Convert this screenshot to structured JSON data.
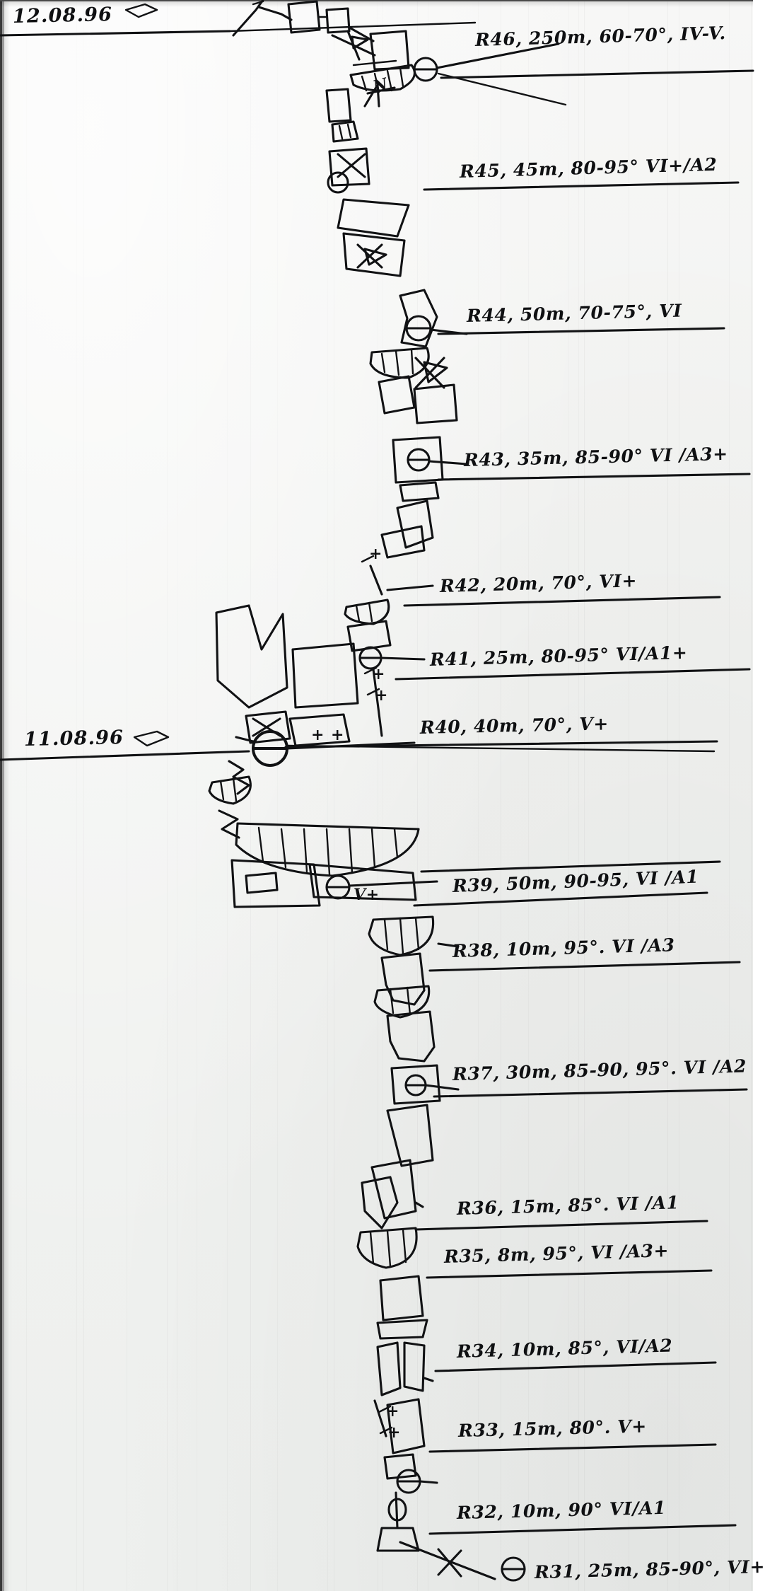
{
  "document": {
    "kind": "hand-drawn climbing route topo (notebook page scan)",
    "orientation": "vertical route line with pitch annotations to the right"
  },
  "dates": [
    {
      "id": "date-top",
      "text": "12.08.96"
    },
    {
      "id": "date-mid",
      "text": "11.08.96"
    }
  ],
  "compass": {
    "label": "N"
  },
  "marks": {
    "plus": "+",
    "piton": "piton-symbol",
    "bolt": "bolt-symbol"
  },
  "pitches": [
    {
      "id": "R46",
      "text": "R46, 250m, 60-70°, IV-V.",
      "length_m": 250,
      "angle": "60-70°",
      "grade": "IV-V"
    },
    {
      "id": "R45",
      "text": "R45, 45m, 80-95° VI+/A2",
      "length_m": 45,
      "angle": "80-95°",
      "grade": "VI+/A2"
    },
    {
      "id": "R44",
      "text": "R44, 50m, 70-75°, VI",
      "length_m": 50,
      "angle": "70-75°",
      "grade": "VI"
    },
    {
      "id": "R43",
      "text": "R43, 35m, 85-90° VI /A3+",
      "length_m": 35,
      "angle": "85-90°",
      "grade": "VI/A3+"
    },
    {
      "id": "R42",
      "text": "R42, 20m, 70°, VI+",
      "length_m": 20,
      "angle": "70°",
      "grade": "VI+"
    },
    {
      "id": "R41",
      "text": "R41, 25m, 80-95° VI/A1+",
      "length_m": 25,
      "angle": "80-95°",
      "grade": "VI/A1+"
    },
    {
      "id": "R40",
      "text": "R40, 40m, 70°, V+",
      "length_m": 40,
      "angle": "70°",
      "grade": "V+"
    },
    {
      "id": "R39",
      "text": "R39, 50m, 90-95, VI /A1",
      "length_m": 50,
      "angle": "90-95°",
      "grade": "VI/A1"
    },
    {
      "id": "R38",
      "text": "R38, 10m, 95°. VI /A3",
      "length_m": 10,
      "angle": "95°",
      "grade": "VI/A3"
    },
    {
      "id": "R37",
      "text": "R37, 30m, 85-90, 95°. VI /A2",
      "length_m": 30,
      "angle": "85-90, 95°",
      "grade": "VI/A2"
    },
    {
      "id": "R36",
      "text": "R36, 15m, 85°. VI /A1",
      "length_m": 15,
      "angle": "85°",
      "grade": "VI/A1"
    },
    {
      "id": "R35",
      "text": "R35, 8m, 95°, VI /A3+",
      "length_m": 8,
      "angle": "95°",
      "grade": "VI/A3+"
    },
    {
      "id": "R34",
      "text": "R34, 10m, 85°, VI/A2",
      "length_m": 10,
      "angle": "85°",
      "grade": "VI/A2"
    },
    {
      "id": "R33",
      "text": "R33, 15m, 80°. V+",
      "length_m": 15,
      "angle": "80°",
      "grade": "V+"
    },
    {
      "id": "R32",
      "text": "R32, 10m, 90° VI/A1",
      "length_m": 10,
      "angle": "90°",
      "grade": "VI/A1"
    },
    {
      "id": "R31",
      "text": "R31, 25m, 85-90°, VI+",
      "length_m": 25,
      "angle": "85-90°",
      "grade": "VI+"
    }
  ],
  "inline_plus_marks": [
    "+",
    "+",
    "+",
    "+",
    "+",
    "+",
    "+"
  ],
  "colors": {
    "ink": "#111214",
    "paper": "#f1f2f0",
    "edge": "#3a3a3a"
  }
}
